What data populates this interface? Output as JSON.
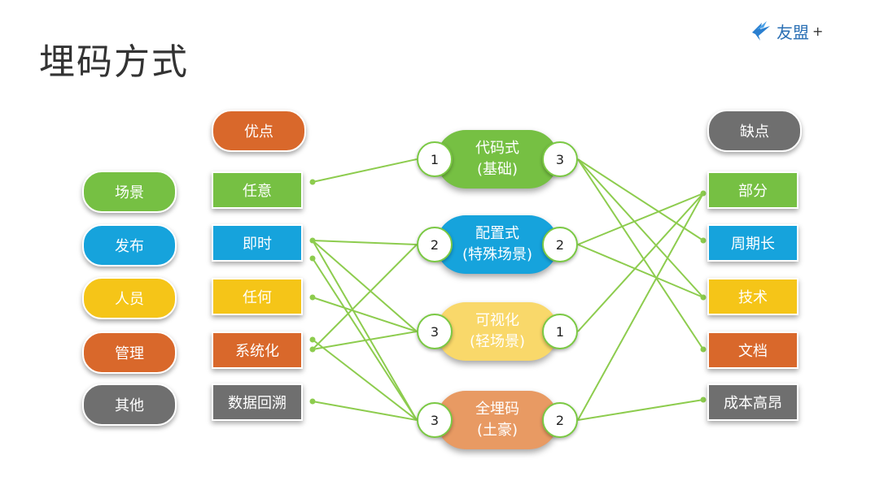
{
  "title": "埋码方式",
  "logo": {
    "text": "友盟",
    "plus": "+"
  },
  "colors": {
    "green": "#76c043",
    "blue": "#16a3dc",
    "yellow": "#f5c518",
    "orange": "#d9682b",
    "gray": "#6f6f6f",
    "line": "#8dcc4e"
  },
  "dimensions": [
    "场景",
    "发布",
    "人员",
    "管理",
    "其他"
  ],
  "pros_header": "优点",
  "pros": [
    "任意",
    "即时",
    "任何",
    "系统化",
    "数据回溯"
  ],
  "cons_header": "缺点",
  "cons": [
    "部分",
    "周期长",
    "技术",
    "文档",
    "成本高昂"
  ],
  "methods": [
    {
      "name": "代码式",
      "sub": "(基础)",
      "left_count": "1",
      "right_count": "3"
    },
    {
      "name": "配置式",
      "sub": "(特殊场景)",
      "left_count": "2",
      "right_count": "2"
    },
    {
      "name": "可视化",
      "sub": "(轻场景)",
      "left_count": "3",
      "right_count": "1"
    },
    {
      "name": "全埋码",
      "sub": "(土豪)",
      "left_count": "3",
      "right_count": "2"
    }
  ]
}
